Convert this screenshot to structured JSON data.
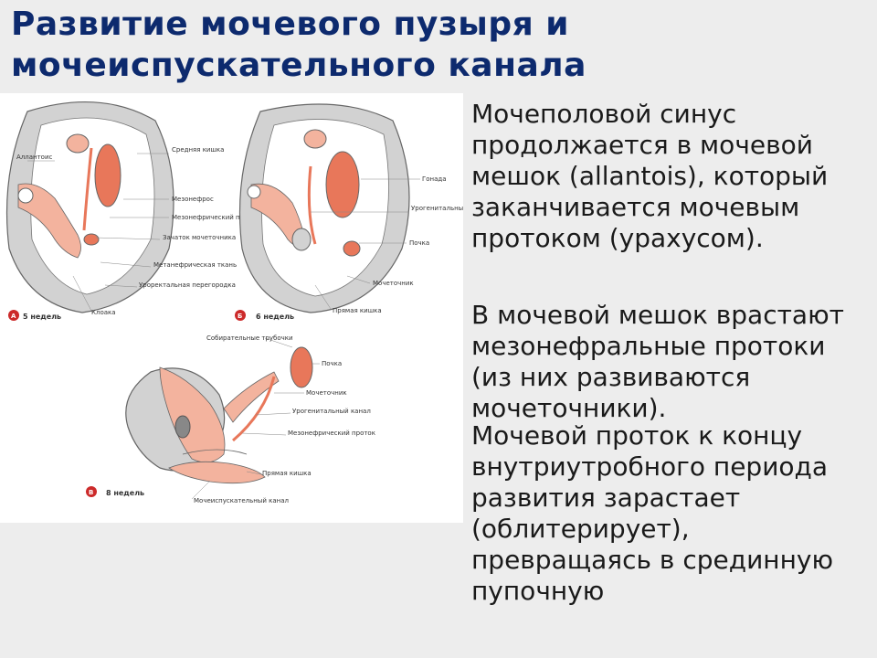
{
  "slide": {
    "title": "Развитие мочевого пузыря и мочеиспускательного канала",
    "paragraphs": [
      "Мочеполовой синус продолжается в мочевой мешок (allantois), который заканчивается мочевым протоком (урахусом).",
      "В мочевой мешок врастают мезонефральные протоки (из них развиваются мочеточники).",
      "Мочевой проток к концу внутриутробного периода развития зарастает (облитерирует), превращаясь в срединную пупочную"
    ]
  },
  "figure": {
    "panels": [
      {
        "letter": "А",
        "caption": "5 недель",
        "labels": [
          "Аллантоис",
          "Средняя кишка",
          "Мезонефрос",
          "Мезонефрический проток",
          "Зачаток мочеточника",
          "Метанефрическая ткань",
          "Уроректальная перегородка",
          "Клоака"
        ]
      },
      {
        "letter": "Б",
        "caption": "6 недель",
        "labels": [
          "Гонада",
          "Урогенитальный синус",
          "Почка",
          "Мочеточник",
          "Прямая кишка"
        ]
      },
      {
        "letter": "В",
        "caption": "8 недель",
        "labels": [
          "Собирательные трубочки",
          "Почка",
          "Мочеточник",
          "Урогенитальный канал",
          "Мезонефрический проток",
          "Прямая кишка",
          "Мочеиспускательный канал"
        ]
      }
    ],
    "colors": {
      "tissue": "#f3b39e",
      "organ": "#e8775a",
      "body": "#d2d2d2",
      "outline": "#666666",
      "badge": "#cc2a2a"
    }
  }
}
